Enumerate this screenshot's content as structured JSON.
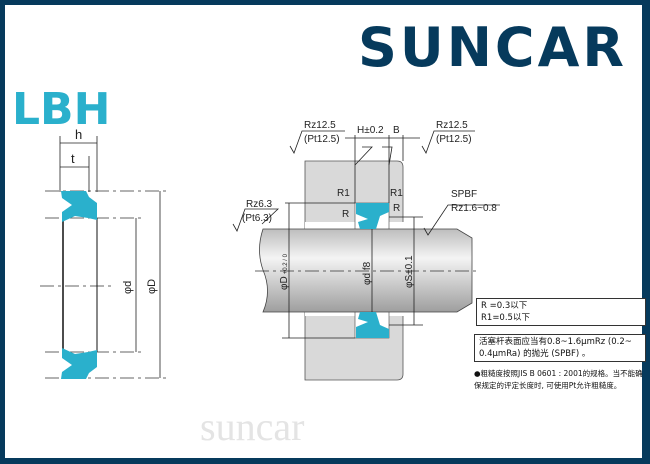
{
  "brand": {
    "logo_text": "SUNCAR",
    "watermark": "suncar",
    "colors": {
      "navy": "#063a5c",
      "teal": "#2ab0cc",
      "housing": "#d9d9d9"
    }
  },
  "title": "LBH",
  "seal_drawing": {
    "h": "h",
    "t": "t",
    "phi_d": "φd",
    "phi_D": "φD"
  },
  "install_drawing": {
    "H": "H±0.2",
    "B": "B",
    "rz_left_1": "Rz12.5",
    "rz_left_2": "(Pt12.5)",
    "rz_right_1": "Rz12.5",
    "rz_right_2": "(Pt12.5)",
    "rz_bore_1": "Rz6.3",
    "rz_bore_2": "(Pt6.3)",
    "spbf": "SPBF",
    "rz_rod": "Rz1.6~0.8",
    "R1_left": "R1",
    "R1_right": "R1",
    "R_left": "R",
    "R_right": "R",
    "phi_D": "φD",
    "phi_D_tol": "+0.2 / 0",
    "phi_d": "φd f8",
    "phi_S": "φS±0.1"
  },
  "notes": {
    "radius_1": "R =0.3以下",
    "radius_2": "R1=0.5以下",
    "surface_1": "活塞杆表面应当有0.8~1.6μmRz (0.2~",
    "surface_2": "0.4μmRa) 的抛光 (SPBF) 。",
    "foot_1": "●粗糙度按照JIS B 0601 : 2001的规格。当不能确",
    "foot_2": "保规定的评定长度时, 可使用Pt允许粗糙度。"
  }
}
